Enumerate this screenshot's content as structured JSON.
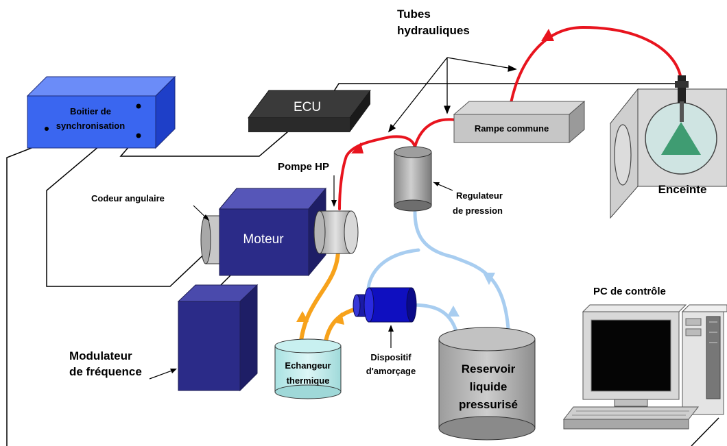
{
  "labels": {
    "tubes_line1": "Tubes",
    "tubes_line2": "hydrauliques",
    "boitier_line1": "Boitier de",
    "boitier_line2": "synchronisation",
    "ecu": "ECU",
    "rampe": "Rampe commune",
    "pompe": "Pompe HP",
    "regulateur_line1": "Regulateur",
    "regulateur_line2": "de pression",
    "codeur": "Codeur angulaire",
    "moteur": "Moteur",
    "enceinte": "Enceinte",
    "pc": "PC de contrôle",
    "modulateur_line1": "Modulateur",
    "modulateur_line2": "de fréquence",
    "echangeur_line1": "Echangeur",
    "echangeur_line2": "thermique",
    "dispositif_line1": "Dispositif",
    "dispositif_line2": "d'amorçage",
    "reservoir_line1": "Reservoir",
    "reservoir_line2": "liquide",
    "reservoir_line3": "pressurisé"
  },
  "colors": {
    "high_pressure": "#e8141e",
    "low_pressure": "#a8cdf0",
    "heat_loop": "#f7a21b",
    "blue_box": "#3a66f0",
    "navy_box": "#2b2b88",
    "dark_box": "#3a3a3a"
  }
}
